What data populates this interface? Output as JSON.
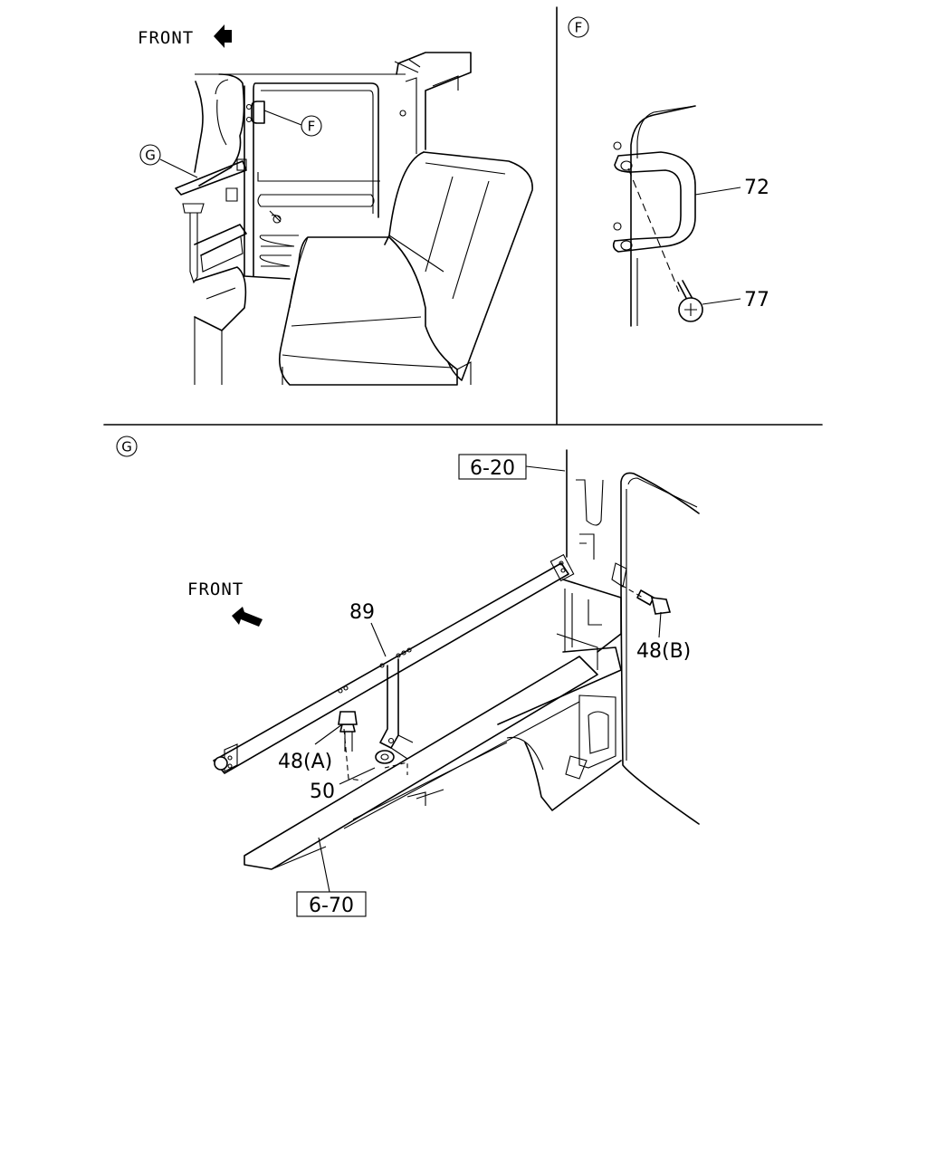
{
  "views": {
    "overview": {
      "front_label": "FRONT",
      "callout_f": "F",
      "callout_g": "G"
    },
    "detail_f": {
      "title_letter": "F",
      "part_72": "72",
      "part_77": "77"
    },
    "detail_g": {
      "title_letter": "G",
      "front_label": "FRONT",
      "part_89": "89",
      "part_48a": "48(A)",
      "part_48b": "48(B)",
      "part_50": "50",
      "ref_top": "6-20",
      "ref_bottom": "6-70"
    }
  }
}
